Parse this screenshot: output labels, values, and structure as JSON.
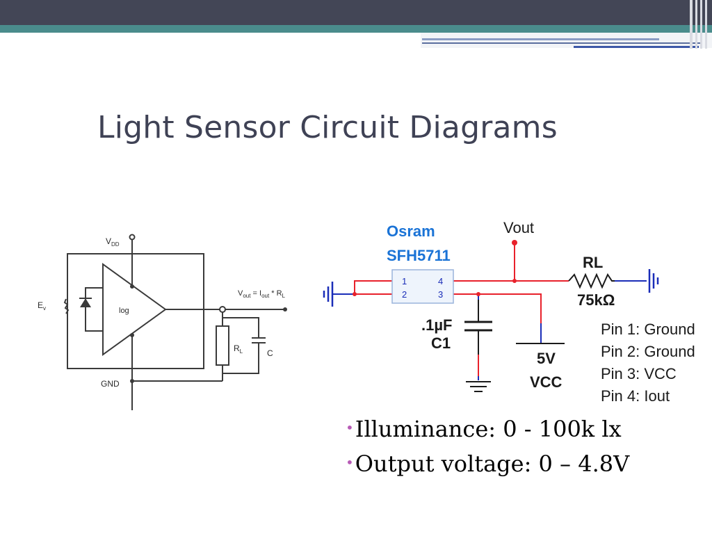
{
  "slide": {
    "title": "Light Sensor Circuit Diagrams",
    "bullets": [
      {
        "text": "Illuminance:  0 - 100k lx"
      },
      {
        "text": "Output voltage: 0 – 4.8V"
      }
    ]
  },
  "colors": {
    "header_dark": "#434656",
    "header_teal": "#4a8c8c",
    "title": "#3f4255",
    "bullet_marker": "#b75bb6",
    "wire_red": "#e8212b",
    "wire_blue": "#1a2db8",
    "label_blue": "#1a73d6"
  },
  "left_diagram": {
    "vdd_label": "V",
    "vdd_sub": "DD",
    "gnd_label": "GND",
    "ev_label": "E",
    "ev_sub": "v",
    "amp_label": "log",
    "vout_formula": {
      "v": "V",
      "v_sub": "out",
      "eq_i": " = I",
      "i_sub": "out",
      "times_r": " * R",
      "r_sub": "L"
    },
    "rl_label": "R",
    "rl_sub": "L",
    "c_label": "C"
  },
  "right_diagram": {
    "brand": "Osram",
    "part": "SFH5711",
    "pin_1": "1",
    "pin_2": "2",
    "pin_3": "3",
    "pin_4": "4",
    "vout": "Vout",
    "rl": "RL",
    "rl_value": "75kΩ",
    "cap_value": ".1µF",
    "cap_name": "C1",
    "supply_value": "5V",
    "supply_name": "VCC",
    "pin_list": [
      "Pin 1: Ground",
      "Pin 2: Ground",
      "Pin 3: VCC",
      "Pin 4: Iout"
    ]
  }
}
